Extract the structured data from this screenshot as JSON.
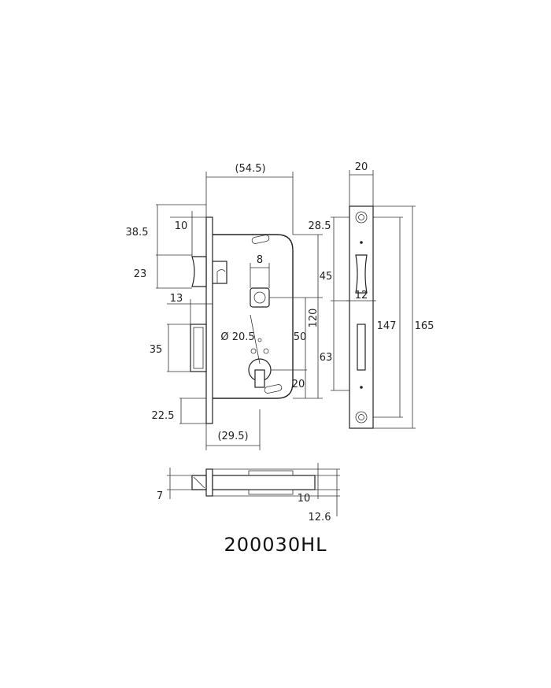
{
  "model_code": "200030HL",
  "dimensions": {
    "backset": "(54.5)",
    "faceplate_width": "20",
    "d_10_top": "10",
    "d_38_5": "38.5",
    "d_28_5": "28.5",
    "d_8": "8",
    "d_23": "23",
    "d_45": "45",
    "d_13": "13",
    "d_12": "12",
    "d_120": "120",
    "d_147": "147",
    "d_165": "165",
    "d_35": "35",
    "d_diameter": "Ø 20.5",
    "d_50": "50",
    "d_63": "63",
    "d_20_bottom": "20",
    "d_22_5": "22.5",
    "d_29_5": "(29.5)",
    "d_7": "7",
    "d_10_side": "10",
    "d_12_6": "12.6"
  }
}
